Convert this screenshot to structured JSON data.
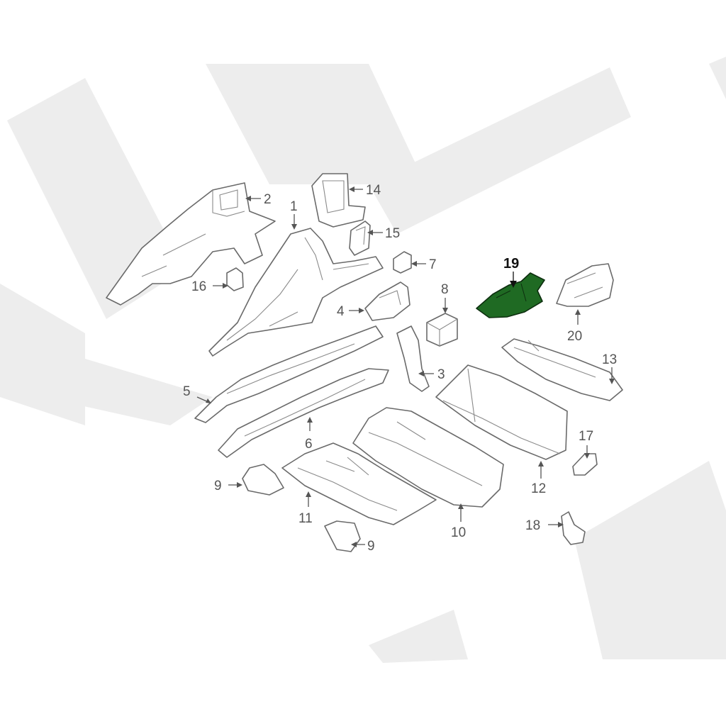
{
  "diagram": {
    "highlight_color": "#1f6a23",
    "callouts": [
      {
        "id": "1",
        "label": "1"
      },
      {
        "id": "2",
        "label": "2"
      },
      {
        "id": "3",
        "label": "3"
      },
      {
        "id": "4",
        "label": "4"
      },
      {
        "id": "5",
        "label": "5"
      },
      {
        "id": "6",
        "label": "6"
      },
      {
        "id": "7",
        "label": "7"
      },
      {
        "id": "8",
        "label": "8"
      },
      {
        "id": "9a",
        "label": "9"
      },
      {
        "id": "9b",
        "label": "9"
      },
      {
        "id": "10",
        "label": "10"
      },
      {
        "id": "11",
        "label": "11"
      },
      {
        "id": "12",
        "label": "12"
      },
      {
        "id": "13",
        "label": "13"
      },
      {
        "id": "14",
        "label": "14"
      },
      {
        "id": "15",
        "label": "15"
      },
      {
        "id": "16",
        "label": "16"
      },
      {
        "id": "17",
        "label": "17"
      },
      {
        "id": "18",
        "label": "18"
      },
      {
        "id": "19",
        "label": "19",
        "highlighted": true
      },
      {
        "id": "20",
        "label": "20"
      }
    ]
  }
}
